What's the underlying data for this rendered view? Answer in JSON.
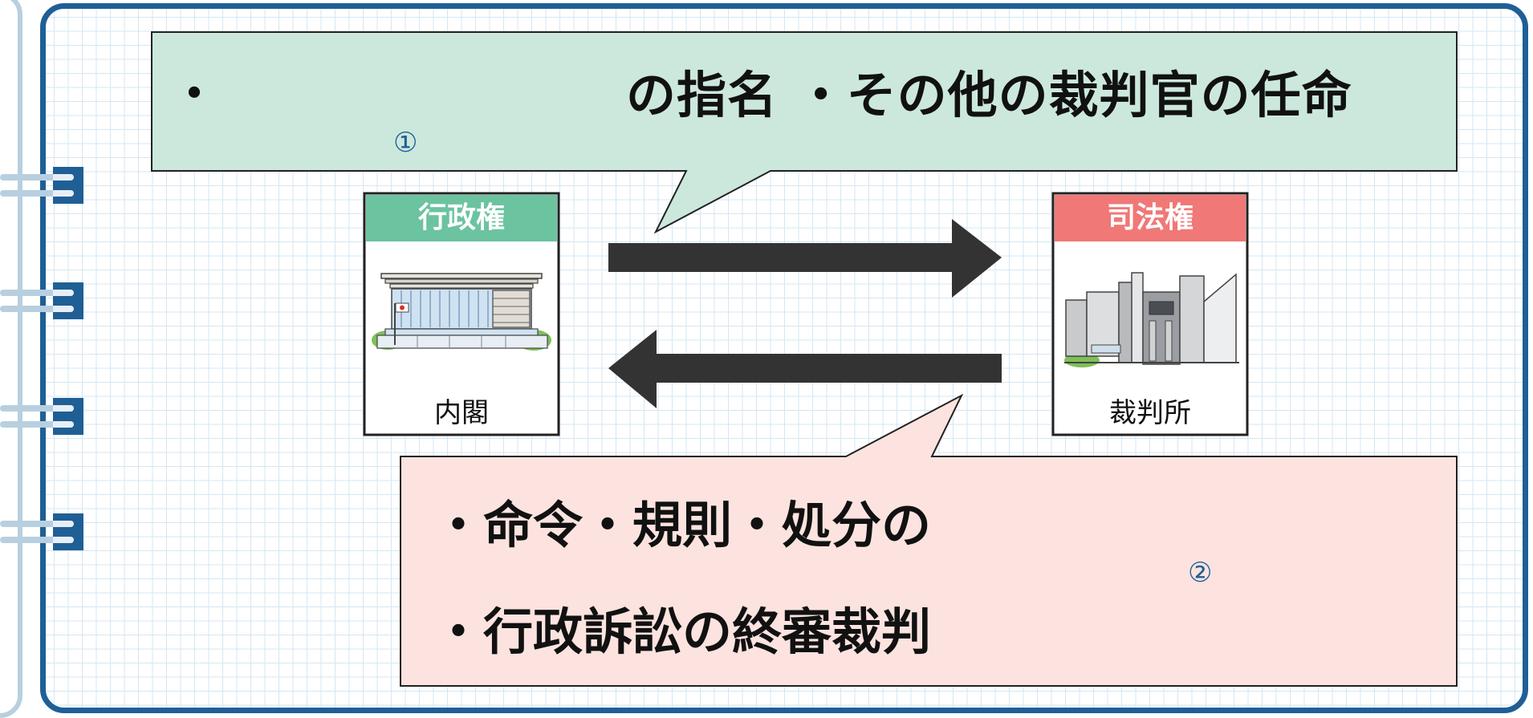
{
  "colors": {
    "frame": "#1f5f96",
    "grid": "#d3e7f4",
    "ring_wire": "#b8cfe0",
    "top_callout_fill": "#cce8dc",
    "bottom_callout_fill": "#fce3df",
    "exec_header": "#6cc3a0",
    "judicial_header": "#f07877",
    "arrow": "#333333"
  },
  "top_callout": {
    "bullet": "・",
    "text": "の指名 ・その他の裁判官の任命",
    "marker": "①"
  },
  "bottom_callout": {
    "line1": "・命令・規則・処分の",
    "line2": "・行政訴訟の終審裁判",
    "marker": "②"
  },
  "executive": {
    "header": "行政権",
    "caption": "内閣",
    "icon": "cabinet-building-icon"
  },
  "judicial": {
    "header": "司法権",
    "caption": "裁判所",
    "icon": "supreme-court-building-icon"
  },
  "arrows": {
    "top": "arrow-right-icon",
    "bottom": "arrow-left-icon"
  }
}
